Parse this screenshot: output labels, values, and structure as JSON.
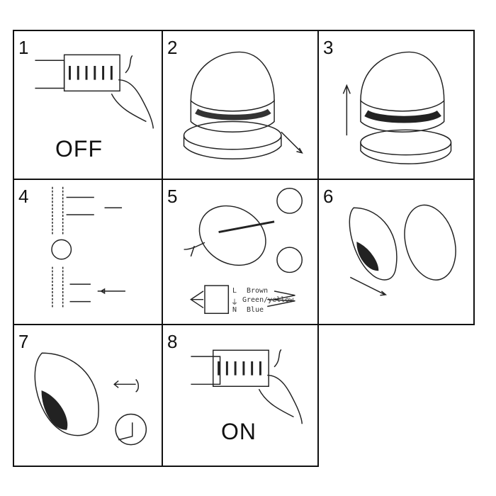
{
  "steps": [
    {
      "number": "1",
      "label": "OFF"
    },
    {
      "number": "2"
    },
    {
      "number": "3"
    },
    {
      "number": "4"
    },
    {
      "number": "5",
      "terminals": [
        "L",
        "⏚",
        "N"
      ],
      "wires": [
        "Brown",
        "Green/yellow",
        "Blue"
      ]
    },
    {
      "number": "6"
    },
    {
      "number": "7"
    },
    {
      "number": "8",
      "label": "ON"
    }
  ]
}
